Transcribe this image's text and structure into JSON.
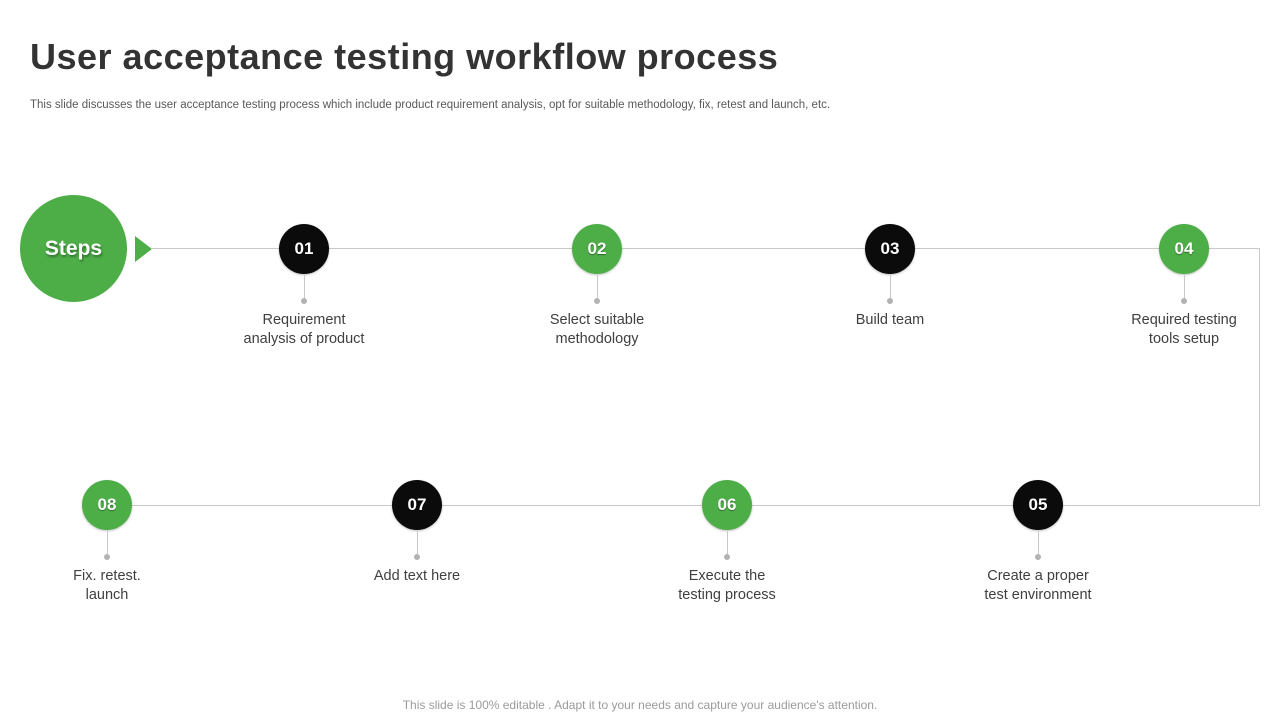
{
  "title": "User acceptance testing workflow process",
  "subtitle": "This slide discusses the user acceptance testing process which include product requirement analysis, opt for suitable methodology, fix, retest and launch, etc.",
  "steps_badge": {
    "label": "Steps"
  },
  "colors": {
    "green": "#4dae48",
    "black": "#0b0b0b",
    "line": "#c9c9c9"
  },
  "steps": [
    {
      "number": "01",
      "color": "black",
      "lines": [
        "Requirement",
        "analysis of product"
      ]
    },
    {
      "number": "02",
      "color": "green",
      "lines": [
        "Select suitable",
        "methodology"
      ]
    },
    {
      "number": "03",
      "color": "black",
      "lines": [
        "Build team"
      ]
    },
    {
      "number": "04",
      "color": "green",
      "lines": [
        "Required testing",
        "tools setup"
      ]
    },
    {
      "number": "05",
      "color": "black",
      "lines": [
        "Create a proper",
        "test environment"
      ]
    },
    {
      "number": "06",
      "color": "green",
      "lines": [
        "Execute the",
        "testing process"
      ]
    },
    {
      "number": "07",
      "color": "black",
      "lines": [
        "Add text here"
      ]
    },
    {
      "number": "08",
      "color": "green",
      "lines": [
        "Fix. retest.",
        "launch"
      ]
    }
  ],
  "footer": "This slide is 100% editable . Adapt it to your needs and capture your audience's attention."
}
